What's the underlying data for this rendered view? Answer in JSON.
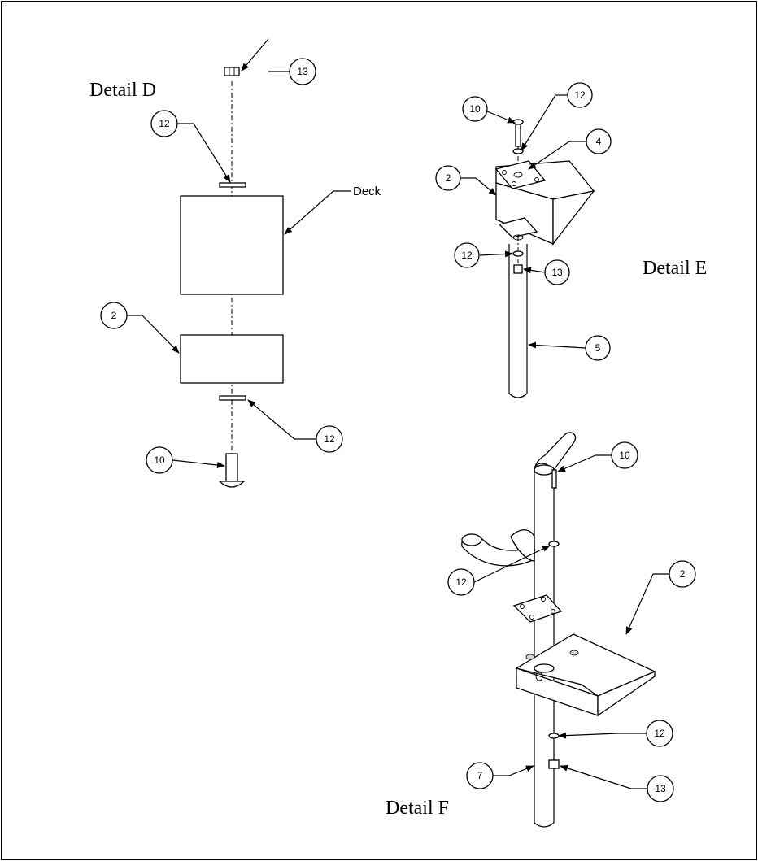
{
  "details": {
    "d": {
      "title": "Detail D"
    },
    "e": {
      "title": "Detail E"
    },
    "f": {
      "title": "Detail F"
    }
  },
  "callouts": {
    "d_13": "13",
    "d_12_top": "12",
    "d_deck": "Deck",
    "d_2": "2",
    "d_12_bottom": "12",
    "d_10": "10",
    "e_10": "10",
    "e_12_top": "12",
    "e_4": "4",
    "e_2": "2",
    "e_12_bottom": "12",
    "e_13": "13",
    "e_5": "5",
    "f_10": "10",
    "f_12_top": "12",
    "f_2": "2",
    "f_12_bottom": "12",
    "f_7": "7",
    "f_13": "13"
  }
}
